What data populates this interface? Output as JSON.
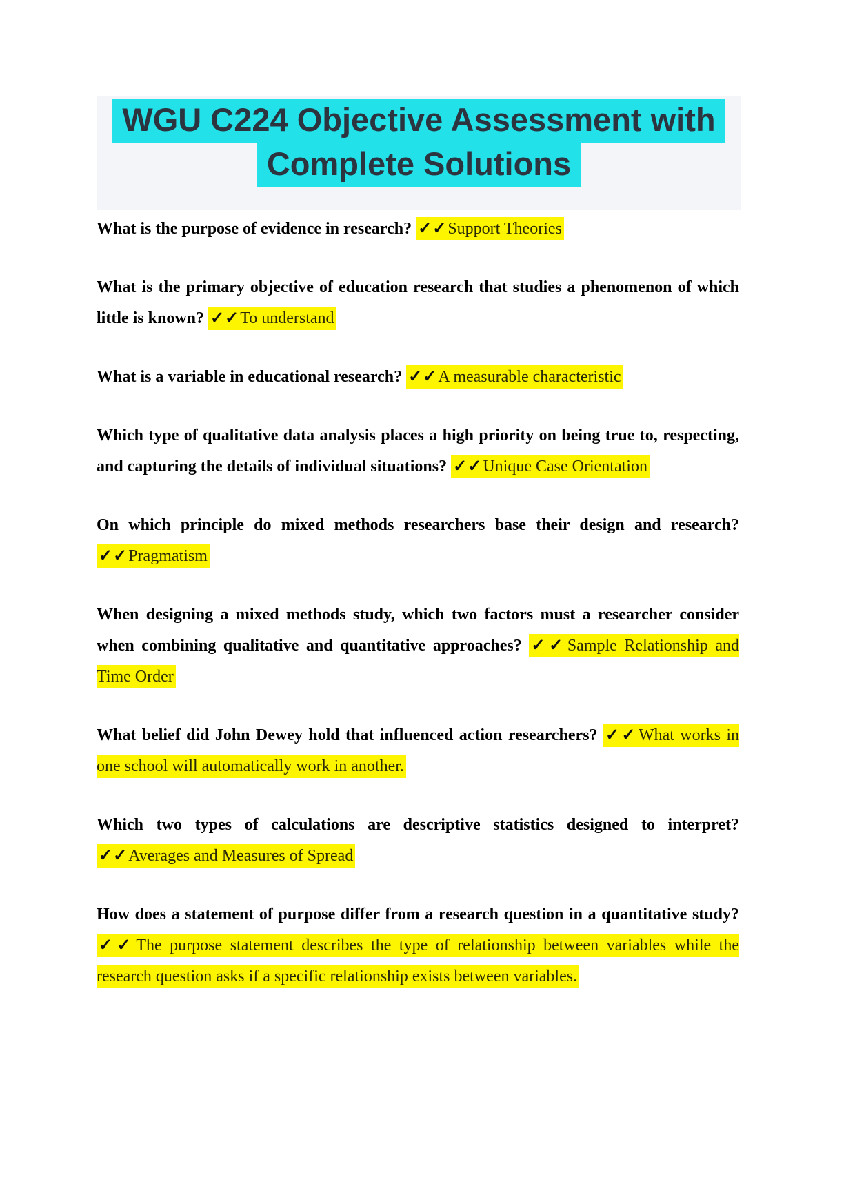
{
  "header": {
    "title_lines": [
      "WGU C224 Objective Assessment with",
      "Complete Solutions"
    ]
  },
  "colors": {
    "header_band": "#f4f5f9",
    "title_text": "#2c3440",
    "title_highlight": "#23e1e9",
    "answer_highlight": "#fdf400",
    "answer_text": "#2a2a08"
  },
  "qa": {
    "checkmarks": "✓✓",
    "items": [
      {
        "question": "What is the purpose of evidence in research?",
        "answer": "Support Theories"
      },
      {
        "question": "What is the primary objective of education research that studies a phenomenon of which little is known?",
        "answer": "To understand"
      },
      {
        "question": "What is a variable in educational research?",
        "answer": "A measurable characteristic"
      },
      {
        "question": "Which type of qualitative data analysis places a high priority on being true to, respecting, and capturing the details of individual situations?",
        "answer": "Unique Case Orientation"
      },
      {
        "question": "On which principle do mixed methods researchers base their design and research?",
        "answer": "Pragmatism"
      },
      {
        "question": "When designing a mixed methods study, which two factors must a researcher consider when combining qualitative and quantitative approaches?",
        "answer": "Sample Relationship and Time Order"
      },
      {
        "question": "What belief did John Dewey hold that influenced action researchers?",
        "answer": "What works in one school will automatically work in another."
      },
      {
        "question": "Which two types of calculations are descriptive statistics designed to interpret?",
        "answer": "Averages and Measures of Spread"
      },
      {
        "question": "How does a statement of purpose differ from a research question in a quantitative study?",
        "answer": "The purpose statement describes the type of relationship between variables while the research question asks if a specific relationship exists between variables."
      }
    ]
  }
}
